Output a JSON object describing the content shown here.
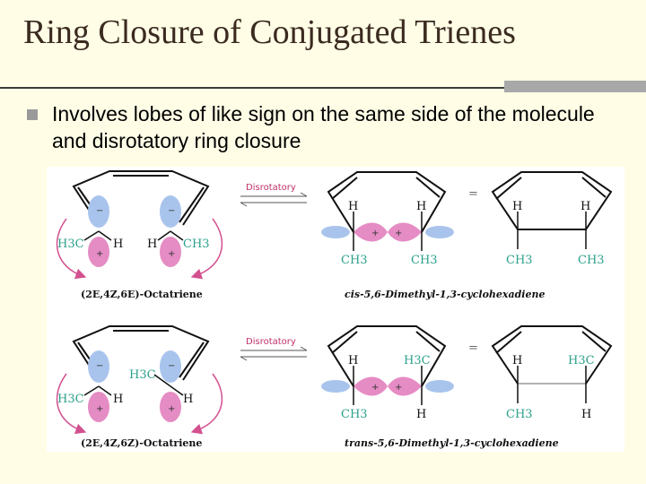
{
  "slide": {
    "title": "Ring Closure of Conjugated Trienes",
    "bullet": "Involves lobes of like sign on the same side of the molecule and disrotatory ring closure"
  },
  "colors": {
    "background": "#fffde6",
    "lobe_blue": "#a9c4ec",
    "lobe_pink": "#e58cc4",
    "group_green": "#2aa08a",
    "arrow_pink": "#d3508f"
  },
  "figure": {
    "rows": [
      {
        "reactant_name": "(2E,4Z,6E)-Octatriene",
        "arrow_label": "Disrotatory",
        "reactant_groups": {
          "left_out": "H3C",
          "left_in": "H",
          "right_in": "H",
          "right_out": "CH3"
        },
        "product_groups": {
          "top_left": "H",
          "top_right": "H",
          "bottom_left": "CH3",
          "bottom_right": "CH3"
        },
        "product_alt_groups": {
          "top_left": "H",
          "top_right": "H",
          "bottom_left": "CH3",
          "bottom_right": "CH3"
        },
        "product_name": "cis-5,6-Dimethyl-1,3-cyclohexadiene"
      },
      {
        "reactant_name": "(2E,4Z,6Z)-Octatriene",
        "arrow_label": "Disrotatory",
        "reactant_groups": {
          "left_out": "H3C",
          "left_in": "H",
          "right_in": "H3C",
          "right_out": "H"
        },
        "product_groups": {
          "top_left": "H",
          "top_right": "H3C",
          "bottom_left": "CH3",
          "bottom_right": "H"
        },
        "product_alt_groups": {
          "top_left": "H",
          "top_right": "H3C",
          "bottom_left": "CH3",
          "bottom_right": "H"
        },
        "product_name": "trans-5,6-Dimethyl-1,3-cyclohexadiene"
      }
    ],
    "equals_sign": "=",
    "lobe_signs": {
      "minus": "−",
      "plus": "+"
    }
  }
}
